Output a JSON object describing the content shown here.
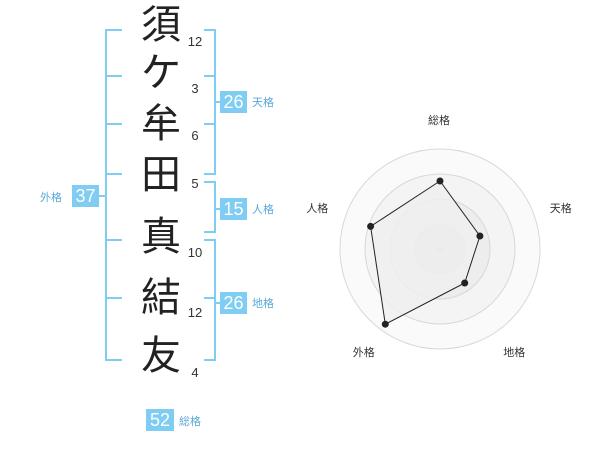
{
  "name": {
    "characters": [
      {
        "char": "須",
        "strokes": "12"
      },
      {
        "char": "ケ",
        "strokes": "3"
      },
      {
        "char": "牟",
        "strokes": "6"
      },
      {
        "char": "田",
        "strokes": "5"
      },
      {
        "char": "真",
        "strokes": "10"
      },
      {
        "char": "結",
        "strokes": "12"
      },
      {
        "char": "友",
        "strokes": "4"
      }
    ]
  },
  "kakusu": {
    "tenkaku": {
      "value": "26",
      "label": "天格"
    },
    "jinkaku": {
      "value": "15",
      "label": "人格"
    },
    "chikaku": {
      "value": "26",
      "label": "地格"
    },
    "gaikaku": {
      "value": "37",
      "label": "外格"
    },
    "soukaku": {
      "value": "52",
      "label": "総格"
    }
  },
  "colors": {
    "bracket": "#7fcdf3",
    "box": "#7fcdf3",
    "label": "#5aa8d8",
    "radar_fill": "#eeeeee",
    "radar_line": "#222222"
  },
  "chart_data": {
    "type": "radar",
    "axes": [
      "総格",
      "天格",
      "地格",
      "外格",
      "人格"
    ],
    "values": [
      0.68,
      0.42,
      0.42,
      0.93,
      0.73
    ],
    "max": 1,
    "rings": 4
  }
}
